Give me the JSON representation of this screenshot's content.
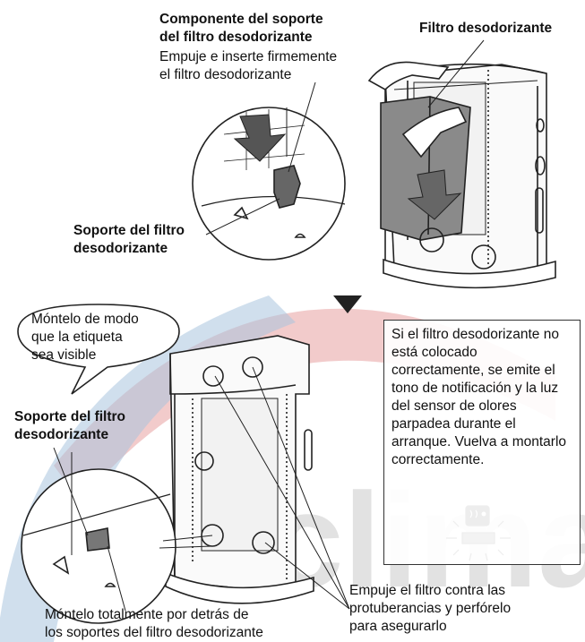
{
  "labels": {
    "component_title_1": "Componente del soporte",
    "component_title_2": "del filtro desodorizante",
    "component_desc_1": "Empuje e inserte firmemente",
    "component_desc_2": "el filtro desodorizante",
    "filter_label": "Filtro desodorizante",
    "holder_top_1": "Soporte del filtro",
    "holder_top_2": "desodorizante",
    "bubble_1": "Móntelo de modo",
    "bubble_2": "que la etiqueta",
    "bubble_3": "sea visible",
    "holder_bottom_1": "Soporte del filtro",
    "holder_bottom_2": "desodorizante",
    "mount_note_1": "Móntelo totalmente por detrás de",
    "mount_note_2": "los soportes del filtro desodorizante",
    "push_note_1": "Empuje el filtro contra las",
    "push_note_2": "protuberancias y perfórelo",
    "push_note_3": "para asegurarlo"
  },
  "notice": {
    "text": "Si el filtro desodorizante no está colocado correctamente, se emite el tono de notificación y la luz del sensor de olores parpadea durante el arranque. Vuelva a montarlo correctamente."
  },
  "watermark": {
    "text": "clima",
    "colors": {
      "red": "#e8a0a0",
      "blue": "#a9c4df",
      "gray": "#bfbfbf"
    }
  },
  "icons": [
    "odor-sensor-icon",
    "down-arrow-icon",
    "step-triangle-icon"
  ]
}
